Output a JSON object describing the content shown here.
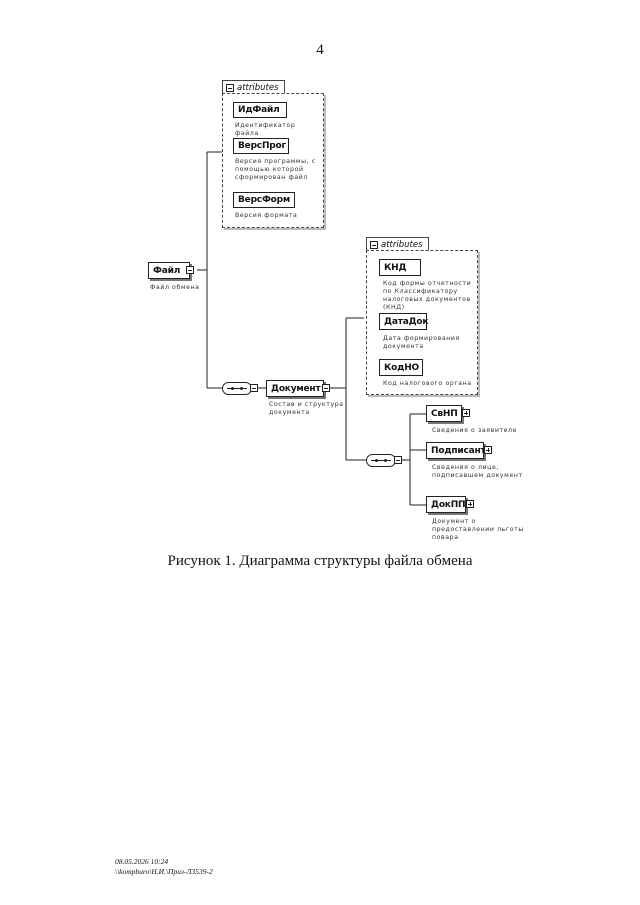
{
  "page_number": "4",
  "attributes_label": "attributes",
  "root": {
    "name": "Файл",
    "desc": "Файл обмена"
  },
  "root_attrs": [
    {
      "name": "ИдФайл",
      "desc": "Идентификатор файла"
    },
    {
      "name": "ВерсПрог",
      "desc": "Версия программы, с помощью которой сформирован файл"
    },
    {
      "name": "ВерсФорм",
      "desc": "Версия формата"
    }
  ],
  "document": {
    "name": "Документ",
    "desc": "Состав и структура документа"
  },
  "doc_attrs": [
    {
      "name": "КНД",
      "desc": "Код формы отчетности по Классификатору налоговых документов (КНД)"
    },
    {
      "name": "ДатаДок",
      "desc": "Дата формирования документа"
    },
    {
      "name": "КодНО",
      "desc": "Код налогового органа"
    }
  ],
  "children": [
    {
      "name": "СвНП",
      "desc": "Сведения о заявителе"
    },
    {
      "name": "Подписант",
      "desc": "Сведения о лице, подписавшем документ"
    },
    {
      "name": "ДокПП",
      "desc": "Документ о предоставлении льготы повара"
    }
  ],
  "caption": "Рисунок 1. Диаграмма структуры файла обмена",
  "footer": {
    "line1": "08.05.2026 10:24",
    "line2": "\\\\kompburo\\Н.И.\\Приз-Л3539-2"
  }
}
